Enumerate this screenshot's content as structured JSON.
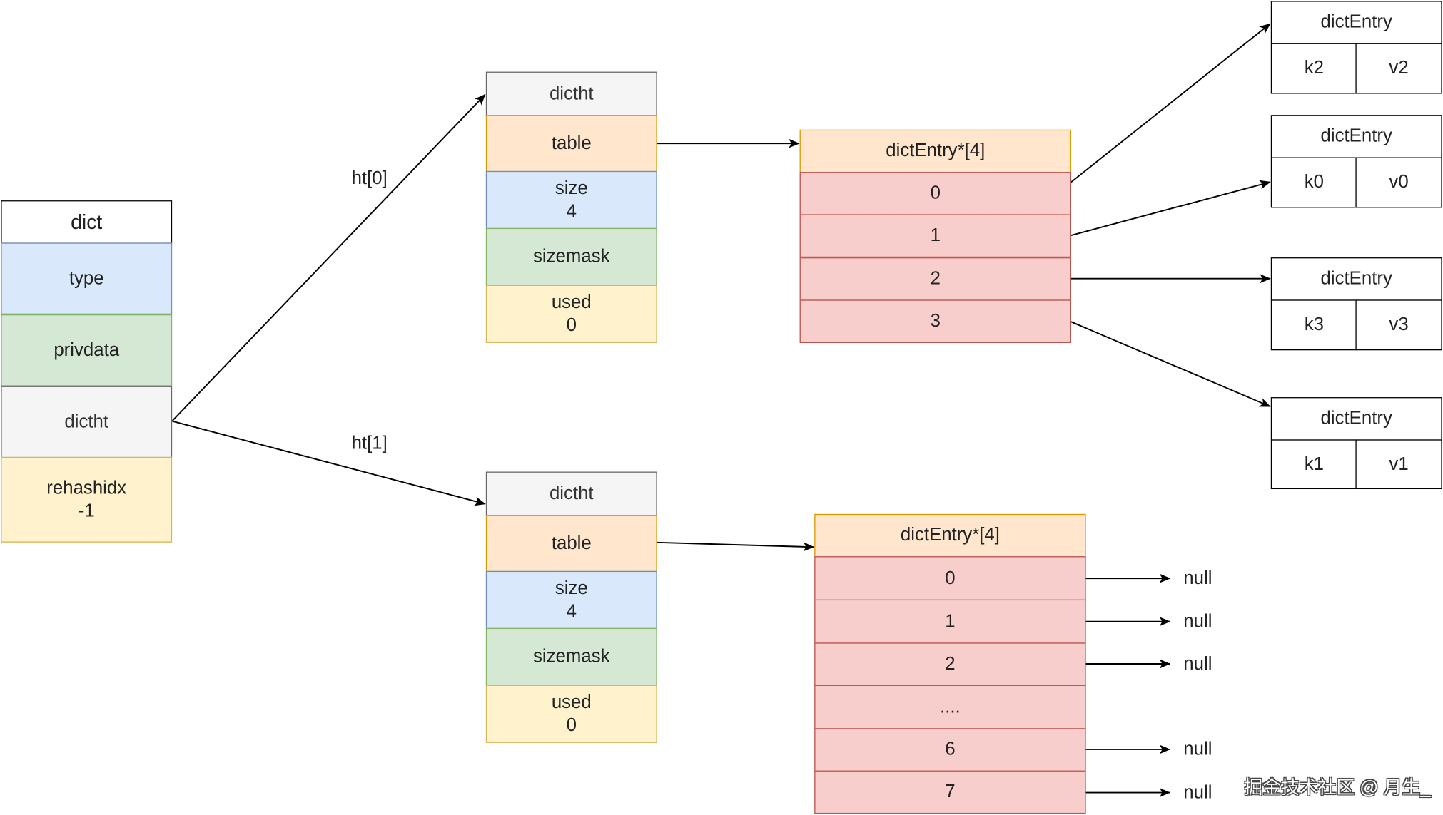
{
  "dict": {
    "title": "dict",
    "fields": [
      "type",
      "privdata",
      "dictht",
      [
        "rehashidx",
        "-1"
      ]
    ]
  },
  "edge_labels": {
    "ht0": "ht[0]",
    "ht1": "ht[1]"
  },
  "dictht_top": {
    "title": "dictht",
    "table": "table",
    "size": [
      "size",
      "4"
    ],
    "sizemask": "sizemask",
    "used": [
      "used",
      "0"
    ]
  },
  "dictht_bottom": {
    "title": "dictht",
    "table": "table",
    "size": [
      "size",
      "4"
    ],
    "sizemask": "sizemask",
    "used": [
      "used",
      "0"
    ]
  },
  "array_top": {
    "title": "dictEntry*[4]",
    "slots": [
      "0",
      "1",
      "2",
      "3"
    ]
  },
  "array_bottom": {
    "title": "dictEntry*[4]",
    "slots": [
      "0",
      "1",
      "2",
      "....",
      "6",
      "7"
    ]
  },
  "entries": [
    {
      "title": "dictEntry",
      "key": "k2",
      "value": "v2"
    },
    {
      "title": "dictEntry",
      "key": "k0",
      "value": "v0"
    },
    {
      "title": "dictEntry",
      "key": "k3",
      "value": "v3"
    },
    {
      "title": "dictEntry",
      "key": "k1",
      "value": "v1"
    }
  ],
  "null_labels": [
    "null",
    "null",
    "null",
    "null",
    "null"
  ],
  "watermark": "掘金技术社区 @ 月生_"
}
